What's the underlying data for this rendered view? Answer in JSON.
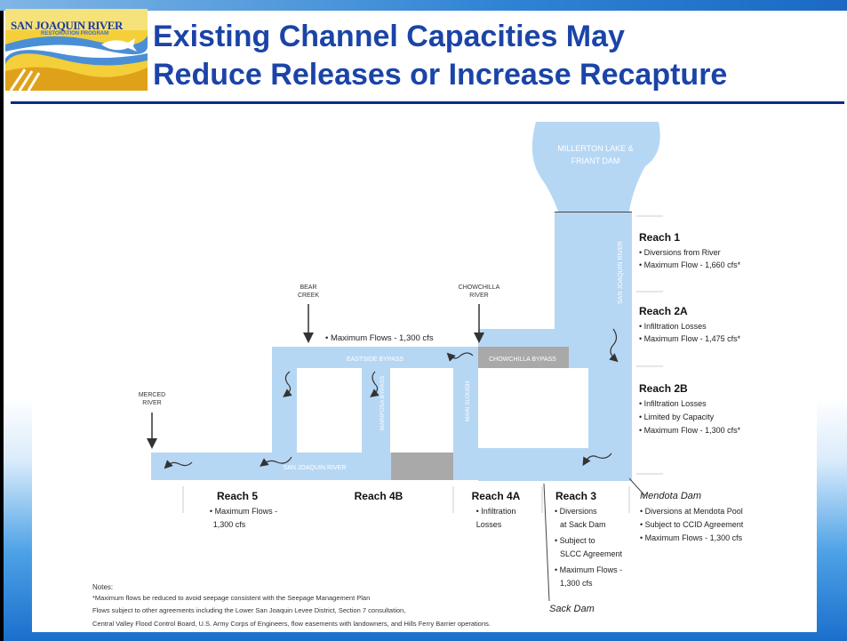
{
  "title": {
    "line1": "Existing Channel Capacities May",
    "line2": "Reduce Releases or Increase Recapture"
  },
  "logo": {
    "text_top": "SAN JOAQUIN RIVER",
    "text_sub": "RESTORATION PROGRAM"
  },
  "diagram": {
    "dam": {
      "line1": "MILLERTON LAKE &",
      "line2": "FRIANT DAM"
    },
    "tributaries": {
      "bear": {
        "line1": "BEAR",
        "line2": "CREEK"
      },
      "chowchilla": {
        "line1": "CHOWCHILLA",
        "line2": "RIVER"
      },
      "merced": {
        "line1": "MERCED",
        "line2": "RIVER"
      }
    },
    "channels": {
      "san_joaquin_vertical": "SAN JOAQUIN RIVER",
      "eastside_bypass": "EASTSIDE BYPASS",
      "chowchilla_bypass": "CHOWCHILLA BYPASS",
      "mariposa_bypass": "MARIPOSA BYPASS",
      "main_slough": "MAIN SLOUGH",
      "san_joaquin_bottom": "SAN JOAQUIN RIVER"
    },
    "eastside_note": "• Maximum Flows - 1,300 cfs",
    "reaches_right": [
      {
        "title": "Reach 1",
        "bullets": [
          "• Diversions from River",
          "• Maximum Flow - 1,660 cfs*"
        ]
      },
      {
        "title": "Reach 2A",
        "bullets": [
          "• Infiltration Losses",
          "• Maximum Flow - 1,475 cfs*"
        ]
      },
      {
        "title": "Reach 2B",
        "bullets": [
          "• Infiltration Losses",
          "• Limited by Capacity",
          "• Maximum Flow - 1,300 cfs*"
        ]
      }
    ],
    "mendota": {
      "title": "Mendota Dam",
      "bullets": [
        "• Diversions at Mendota Pool",
        "• Subject to CCID Agreement",
        "• Maximum Flows - 1,300 cfs"
      ]
    },
    "reach3": {
      "title": "Reach 3",
      "lines": [
        "• Diversions",
        "at Sack Dam",
        "• Subject to",
        "SLCC Agreement",
        "• Maximum Flows -",
        "1,300 cfs"
      ]
    },
    "reach4a": {
      "title": "Reach 4A",
      "lines": [
        "• Infiltration",
        "Losses"
      ]
    },
    "reach4b": {
      "title": "Reach 4B"
    },
    "reach5": {
      "title": "Reach 5",
      "lines": [
        "• Maximum Flows -",
        "1,300 cfs"
      ]
    },
    "sack_dam": "Sack Dam",
    "notes": [
      "Notes:",
      "*Maximum flows be reduced to avoid seepage consistent with the Seepage Management Plan",
      "Flows subject to other agreements including the Lower San Joaquin Levee District, Section 7 consultation,",
      "Central Valley Flood Control Board, U.S. Army Corps of Engineers, flow easements with landowners, and Hills Ferry Barrier operations."
    ]
  },
  "colors": {
    "title": "#1b44a8",
    "channel": "#b6d7f4",
    "gray": "#a9a9a9",
    "rule": "#0b2a8a"
  }
}
